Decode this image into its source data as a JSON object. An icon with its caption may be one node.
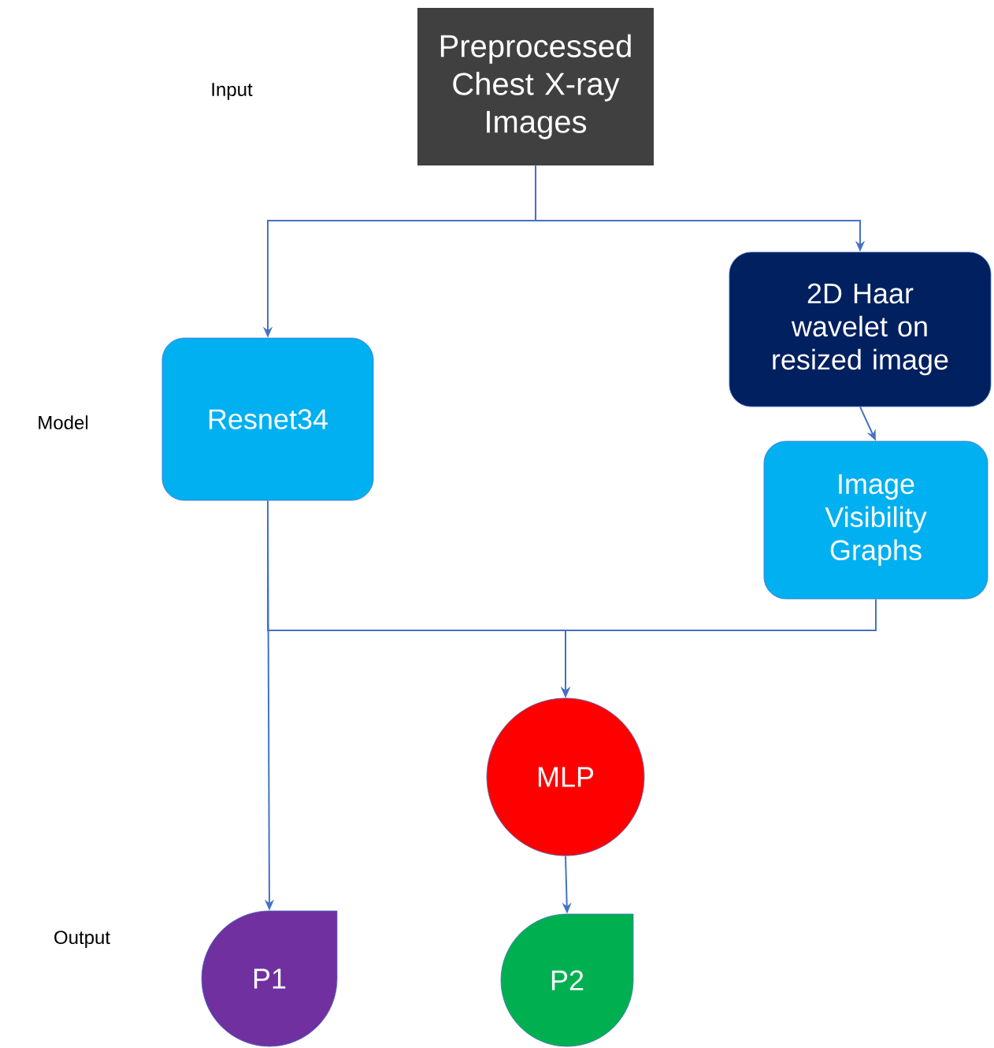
{
  "diagram": {
    "nodes": [
      {
        "text": [
          "Preprocessed Chest X-ray Images"
        ]
      },
      {
        "text": [
          "Resnet34"
        ]
      },
      {
        "text": [
          "2D Haar wavelet on resized image"
        ]
      },
      {
        "text": [
          "Image Visibility Graphs"
        ]
      },
      {
        "text": [
          "MLP"
        ]
      },
      {
        "text": [
          "P1"
        ]
      },
      {
        "text": [
          "P2"
        ]
      }
    ],
    "edges": [
      {
        "from": 0,
        "to": 1,
        "arrow": "to"
      },
      {
        "from": 0,
        "to": 2,
        "arrow": "to"
      },
      {
        "from": 2,
        "to": 3,
        "arrow": "to"
      },
      {
        "from": 1,
        "to": 5,
        "arrow": "to"
      },
      {
        "from": 1,
        "to": 4,
        "arrow": "to"
      },
      {
        "from": 3,
        "to": 4,
        "arrow": "to"
      },
      {
        "from": 4,
        "to": 6,
        "arrow": "to"
      }
    ],
    "labels": [
      "Input",
      "Model",
      "Output"
    ]
  }
}
